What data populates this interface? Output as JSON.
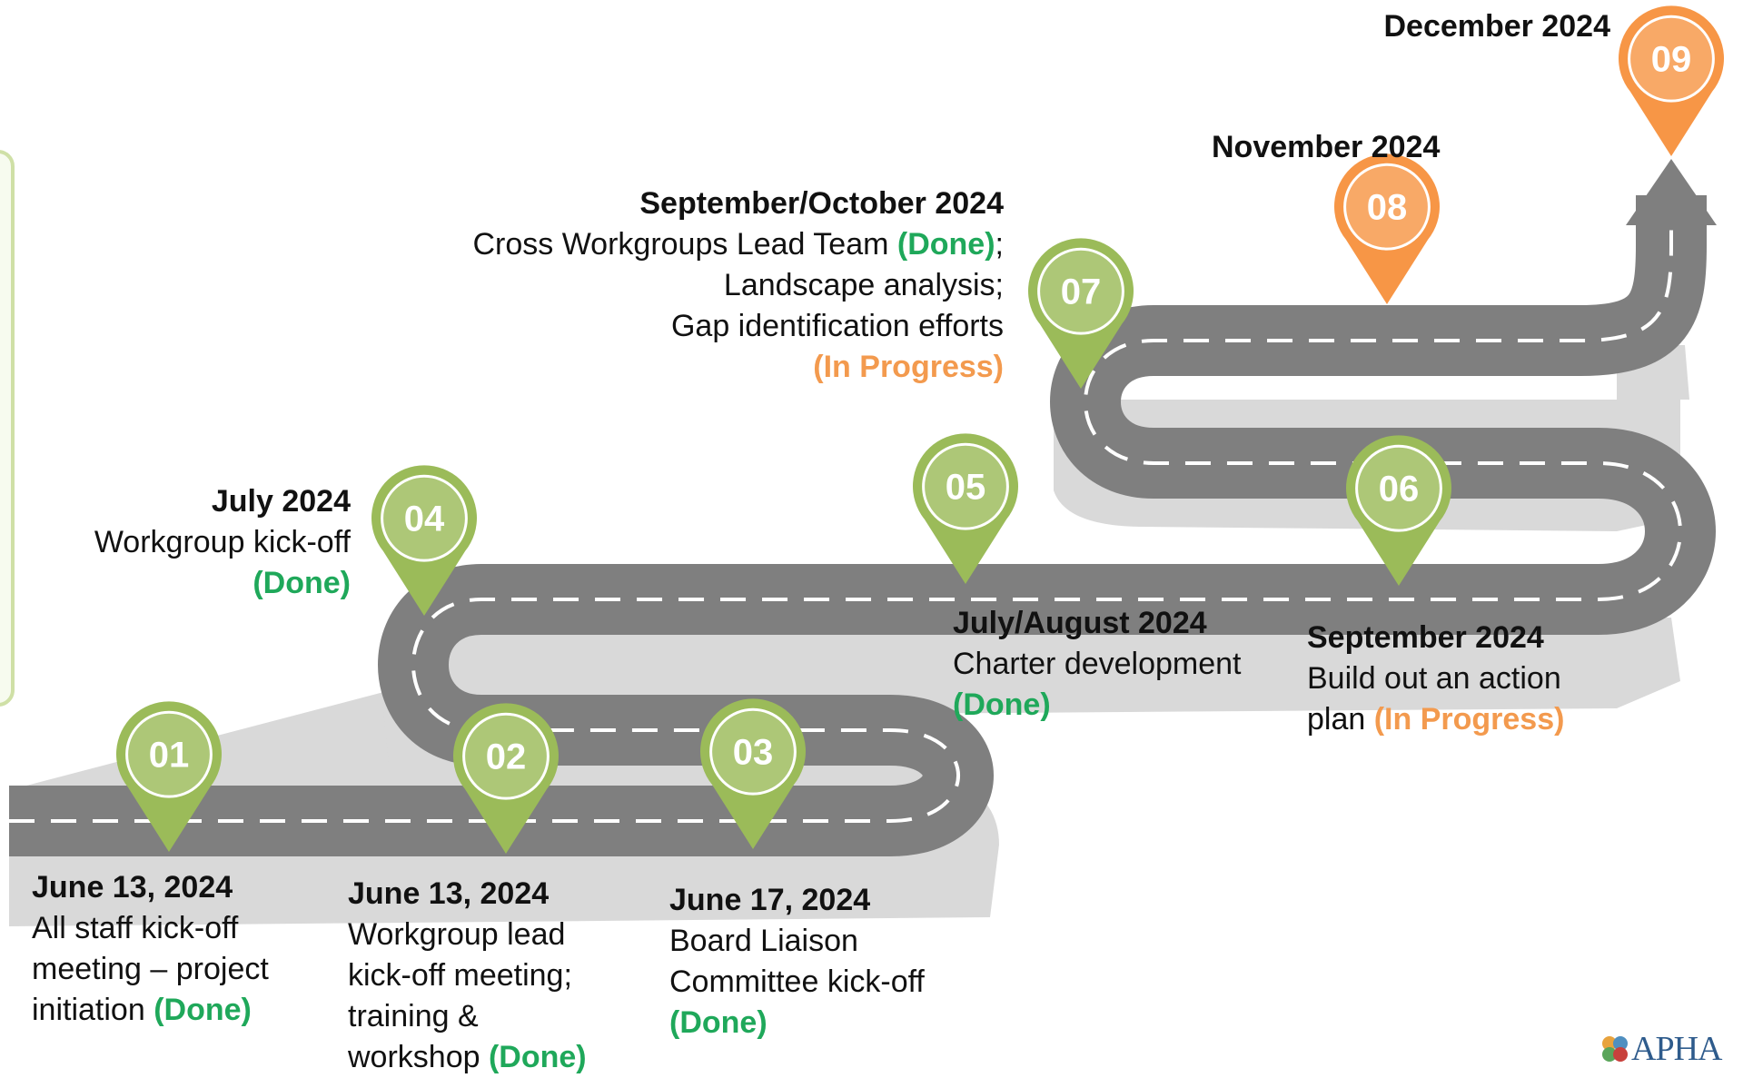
{
  "colors": {
    "road": "#7f7f7f",
    "road_shadow": "#d9d9d9",
    "pin_green": "#9bbb59",
    "pin_orange": "#f79646",
    "done": "#1fa85a",
    "in_progress": "#f39a4e"
  },
  "milestones": [
    {
      "num": "01",
      "color": "green",
      "date": "June 13, 2024",
      "desc": "All staff kick-off",
      "desc2": "meeting – project",
      "desc3": "initiation",
      "status": "(Done)"
    },
    {
      "num": "02",
      "color": "green",
      "date": "June 13, 2024",
      "desc": "Workgroup lead",
      "desc2": "kick-off meeting;",
      "desc3": "training &",
      "desc4": "workshop",
      "status": "(Done)"
    },
    {
      "num": "03",
      "color": "green",
      "date": "June 17, 2024",
      "desc": "Board Liaison",
      "desc2": "Committee kick-off",
      "status": "(Done)"
    },
    {
      "num": "04",
      "color": "green",
      "date": "July 2024",
      "desc": "Workgroup kick-off",
      "status": "(Done)"
    },
    {
      "num": "05",
      "color": "green",
      "date": "July/August 2024",
      "desc": "Charter development",
      "status": "(Done)"
    },
    {
      "num": "06",
      "color": "green",
      "date": "September 2024",
      "desc": "Build out an action",
      "desc2": "plan",
      "status": "(In Progress)"
    },
    {
      "num": "07",
      "color": "green",
      "date": "September/October 2024",
      "desc": "Cross Workgroups Lead Team",
      "status": "(Done)",
      "desc2": "Landscape analysis;",
      "desc3": "Gap identification efforts",
      "status2": "(In Progress)"
    },
    {
      "num": "08",
      "color": "orange",
      "date": "November 2024"
    },
    {
      "num": "09",
      "color": "orange",
      "date": "December 2024"
    }
  ],
  "punct": {
    "semicolon": ";"
  },
  "logo": {
    "text": "APHA"
  }
}
